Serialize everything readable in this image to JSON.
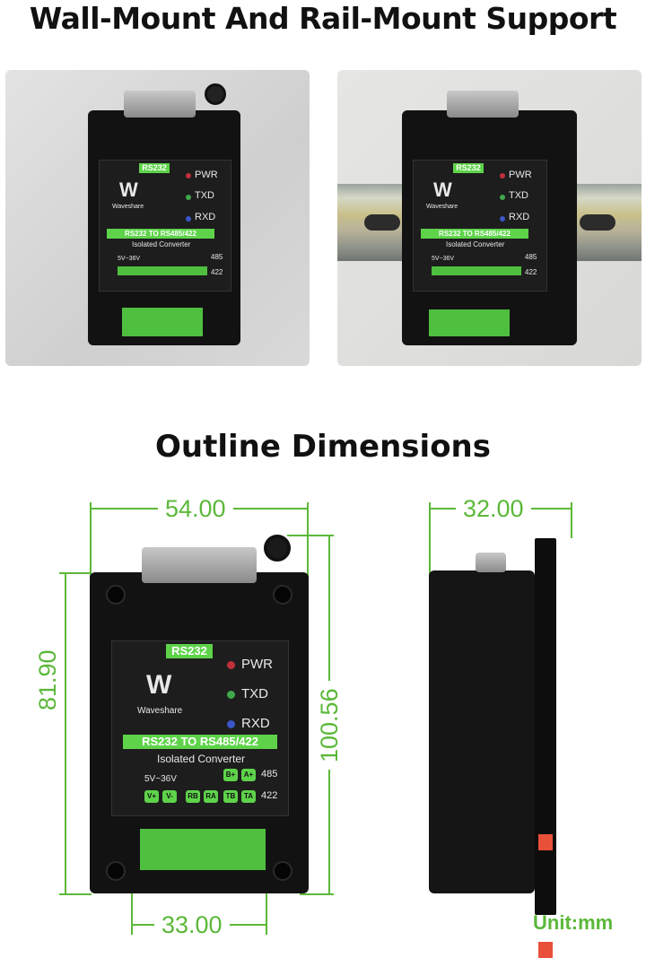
{
  "title": "Wall-Mount And Rail-Mount Support",
  "subtitle": "Outline Dimensions",
  "device": {
    "rs232_label": "RS232",
    "pwr_label": "PWR",
    "txd_label": "TXD",
    "rxd_label": "RXD",
    "brand": "Waveshare",
    "model_label": "RS232 TO RS485/422",
    "isolated_label": "Isolated Converter",
    "voltage_label": "5V~36V",
    "pin_485": "485",
    "pin_422": "422",
    "pins_top": [
      "B+",
      "A+"
    ],
    "pins_bottom": [
      "V+",
      "V-",
      "RB",
      "RA",
      "TB",
      "TA"
    ]
  },
  "dimensions": {
    "width": "54.00",
    "height_inner": "81.90",
    "height_total": "100.56",
    "bottom_width": "33.00",
    "depth": "32.00",
    "unit": "Unit:mm"
  },
  "colors": {
    "accent_green": "#5ed34a",
    "dimension_green": "#5cb83a",
    "device_black": "#121212",
    "led_pwr": "#c0303a",
    "led_txd": "#3fa84a",
    "led_rxd": "#3a56c8"
  }
}
